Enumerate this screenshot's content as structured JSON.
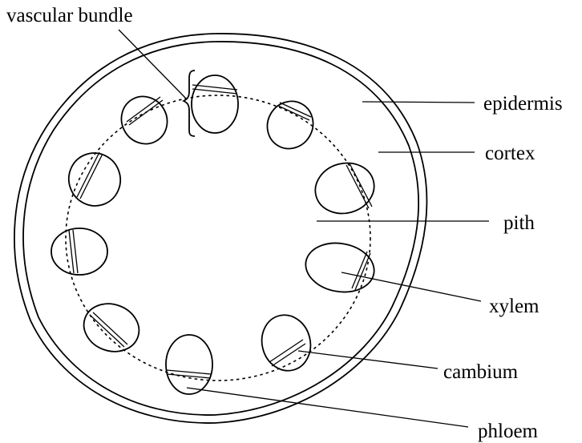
{
  "labels": {
    "vascular_bundle": "vascular bundle",
    "epidermis": "epidermis",
    "cortex": "cortex",
    "pith": "pith",
    "xylem": "xylem",
    "cambium": "cambium",
    "phloem": "phloem"
  },
  "bundle_count": 10
}
